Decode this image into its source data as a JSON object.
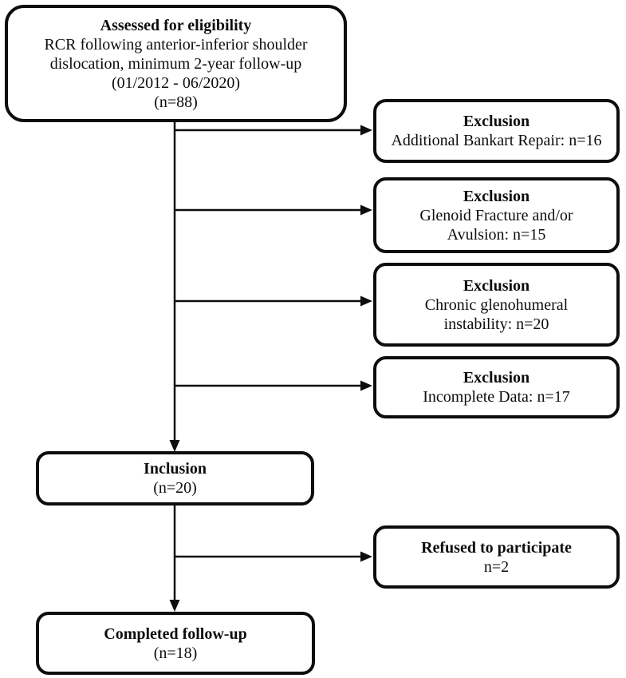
{
  "diagram": {
    "type": "flowchart",
    "colors": {
      "border": "#0d0d0d",
      "background": "#ffffff",
      "text": "#0d0d0d",
      "connector": "#0d0d0d"
    },
    "boxes": {
      "assessed": {
        "title": "Assessed for eligibility",
        "lines": [
          "RCR following anterior-inferior shoulder",
          "dislocation, minimum 2-year follow-up",
          "(01/2012 - 06/2020)",
          "(n=88)"
        ]
      },
      "exclusion1": {
        "title": "Exclusion",
        "lines": [
          "Additional Bankart Repair: n=16"
        ]
      },
      "exclusion2": {
        "title": "Exclusion",
        "lines": [
          "Glenoid Fracture and/or",
          "Avulsion: n=15"
        ]
      },
      "exclusion3": {
        "title": "Exclusion",
        "lines": [
          "Chronic glenohumeral",
          "instability: n=20"
        ]
      },
      "exclusion4": {
        "title": "Exclusion",
        "lines": [
          "Incomplete Data: n=17"
        ]
      },
      "inclusion": {
        "title": "Inclusion",
        "lines": [
          "(n=20)"
        ]
      },
      "refused": {
        "title": "Refused to participate",
        "lines": [
          "n=2"
        ]
      },
      "completed": {
        "title": "Completed follow-up",
        "lines": [
          "(n=18)"
        ]
      }
    },
    "edges": [
      {
        "from": "assessed",
        "to": "exclusion1"
      },
      {
        "from": "assessed",
        "to": "exclusion2"
      },
      {
        "from": "assessed",
        "to": "exclusion3"
      },
      {
        "from": "assessed",
        "to": "exclusion4"
      },
      {
        "from": "assessed",
        "to": "inclusion"
      },
      {
        "from": "inclusion",
        "to": "refused"
      },
      {
        "from": "inclusion",
        "to": "completed"
      }
    ]
  }
}
